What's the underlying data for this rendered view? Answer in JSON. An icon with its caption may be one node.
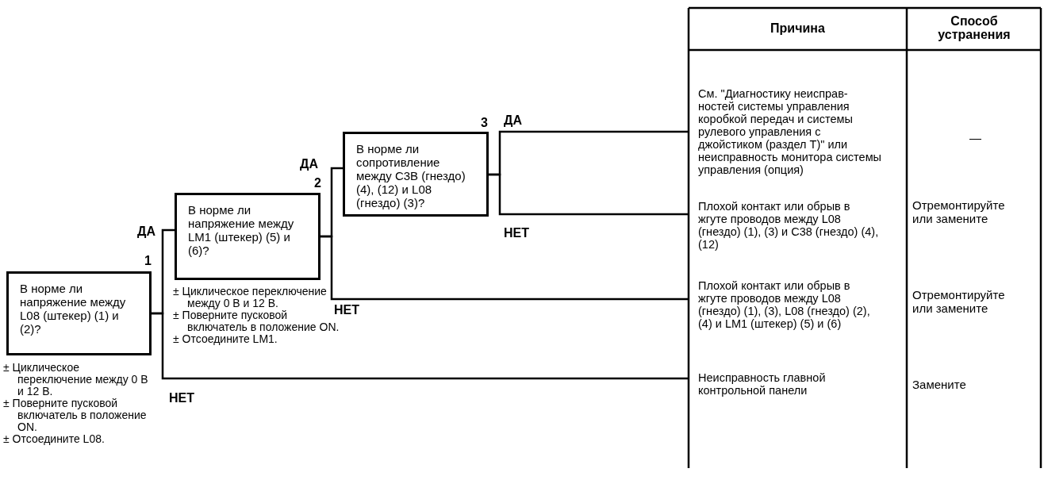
{
  "diagram": {
    "nodes": [
      {
        "text": [
          "В норме ли напряжение между L08 (штекер) (1) и (2)?"
        ],
        "beside": [
          "1",
          "± Циклическое переключение между 0 В и 12 В.",
          "± Поверните пусковой включатель в положение ON.",
          "± Отсоедините L08."
        ]
      },
      {
        "text": [
          "В норме ли напряжение между LM1 (штекер) (5) и (6)?"
        ],
        "beside": [
          "2",
          "± Циклическое переключение между 0 В и 12 В.",
          "± Поверните пусковой включатель в положение ON.",
          "± Отсоедините LM1."
        ]
      },
      {
        "text": [
          "В норме ли сопротивление между C3B (гнездо) (4), (12) и L08 (гнездо) (3)?"
        ],
        "beside": [
          "3"
        ]
      },
      {
        "text": [
          "См. \"Диагностику неисправ- ностей системы управления коробкой передач и системы рулевого управления с джойстиком (раздел T)\" или неисправность монитора системы управления (опция)"
        ]
      },
      {
        "text": [
          "Плохой контакт или обрыв в жгуте проводов между L08 (гнездо) (1), (3) и C38 (гнездо) (4), (12)"
        ]
      },
      {
        "text": [
          "Плохой контакт или обрыв в жгуте проводов между L08 (гнездо) (1), (3), L08 (гнездо) (2), (4) и LM1 (штекер) (5) и (6)"
        ]
      },
      {
        "text": [
          "Неисправность главной контрольной панели"
        ]
      }
    ],
    "edges": [
      {
        "from": 0,
        "to": 1,
        "arrow": "none",
        "label": "ДА"
      },
      {
        "from": 0,
        "to": 6,
        "arrow": "none",
        "label": "НЕТ"
      },
      {
        "from": 1,
        "to": 2,
        "arrow": "none",
        "label": "ДА"
      },
      {
        "from": 1,
        "to": 5,
        "arrow": "none",
        "label": "НЕТ"
      },
      {
        "from": 2,
        "to": 3,
        "arrow": "none",
        "label": "ДА"
      },
      {
        "from": 2,
        "to": 4,
        "arrow": "none",
        "label": "НЕТ"
      }
    ],
    "labels": [
      "Причина",
      "Способ устранения",
      "—",
      "Отремонтируйте или замените",
      "Отремонтируйте или замените",
      "Замените"
    ]
  }
}
